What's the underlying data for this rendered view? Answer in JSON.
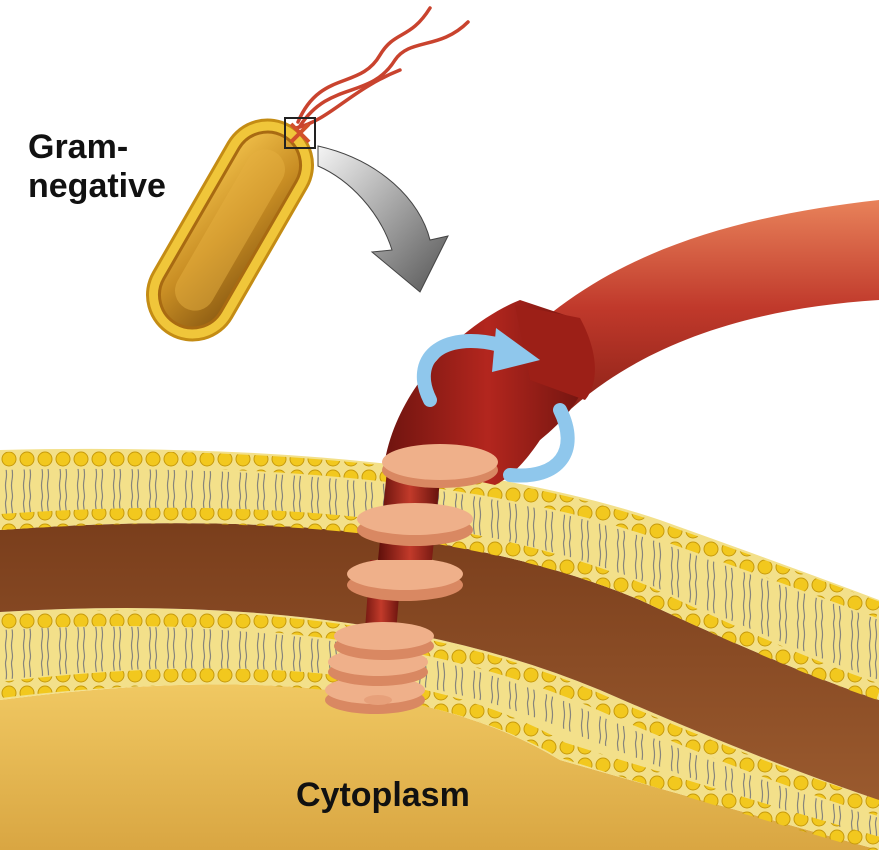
{
  "labels": {
    "gram_line1": "Gram-",
    "gram_line2": "negative",
    "cytoplasm": "Cytoplasm"
  },
  "colors": {
    "flagellum": "#b3261e",
    "flagellum_highlight": "#e07a4a",
    "hook": "#8e1a14",
    "rings": "#e7a07a",
    "membrane_heads": "#f2c81e",
    "periplasm": "#8a4a22",
    "cytoplasm": "#e2b24a",
    "cell_body": "#d49a2a",
    "rotation_arrow": "#8fc7ec",
    "callout_arrow": "#9a9a9a"
  },
  "icons": {
    "rotation": "rotation-arrow-icon",
    "zoom": "zoom-callout-arrow-icon"
  }
}
